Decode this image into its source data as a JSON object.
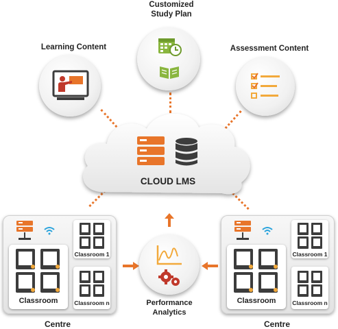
{
  "nodes": {
    "study_plan": "Customized\nStudy Plan",
    "learning": "Learning Content",
    "assessment": "Assessment Content",
    "cloud": "CLOUD LMS",
    "analytics": "Performance\nAnalytics"
  },
  "centre_left": {
    "label": "Centre",
    "classroom": "Classroom",
    "classroom_1": "Classroom 1",
    "classroom_n": "Classroom n"
  },
  "centre_right": {
    "label": "Centre",
    "classroom": "Classroom",
    "classroom_1": "Classroom 1",
    "classroom_n": "Classroom n"
  },
  "colors": {
    "accent": "#e8752a",
    "green": "#8ab63f",
    "dark": "#3c3c3c",
    "wifi": "#29a3dc"
  }
}
